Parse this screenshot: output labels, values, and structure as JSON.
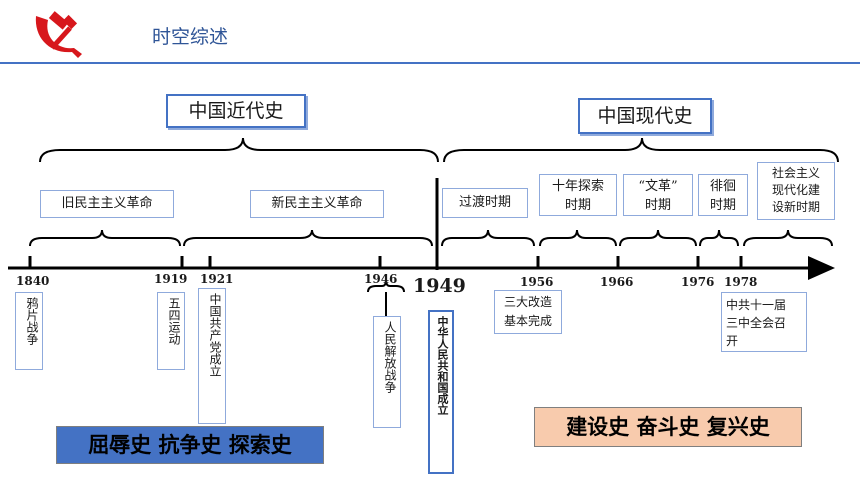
{
  "header": {
    "title": "时空综述",
    "emblem_icon": "party-emblem-icon",
    "accent": "#4472c4",
    "emblem_color": "#d7171c"
  },
  "eras": {
    "modern": "中国近代史",
    "contemporary": "中国现代史"
  },
  "periods": {
    "old_democratic": "旧民主主义革命",
    "new_democratic": "新民主主义革命",
    "transition": "过渡时期",
    "ten_years_line1": "十年探索",
    "ten_years_line2": "时期",
    "cultural_line1": "“文革”",
    "cultural_line2": "时期",
    "wandering_line1": "徘徊",
    "wandering_line2": "时期",
    "socialist_line1": "社会主义",
    "socialist_line2": "现代化建",
    "socialist_line3": "设新时期"
  },
  "years": {
    "y1840": "1840",
    "y1919": "1919",
    "y1921": "1921",
    "y1946": "1946",
    "y1949": "1949",
    "y1956": "1956",
    "y1966": "1966",
    "y1976": "1976",
    "y1978": "1978"
  },
  "events": {
    "opium_war": "鸦片战争",
    "may_fourth": "五四运动",
    "ccp_founded": "中国共产党成立",
    "liberation_war": "人民解放战争",
    "prc_founded": "中华人民共和国成立",
    "reform_line1": "三大改造",
    "reform_line2": "基本完成",
    "plenum_line1": "中共十一届",
    "plenum_line2": "三中全会召",
    "plenum_line3": "开"
  },
  "summaries": {
    "left": "屈辱史  抗争史  探索史",
    "right": "建设史  奋斗史  复兴史",
    "left_color": "#4472c4",
    "right_color": "#f8cbad"
  }
}
